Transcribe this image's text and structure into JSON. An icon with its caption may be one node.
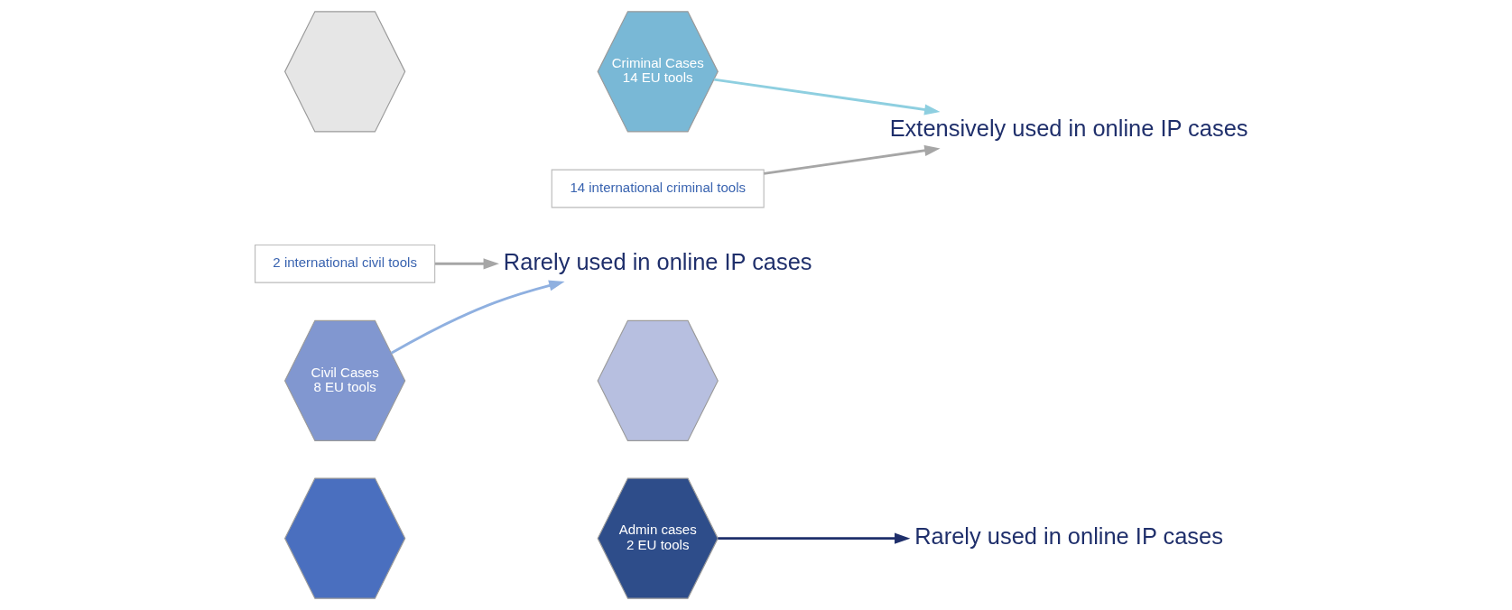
{
  "diagram": {
    "nodes": [
      {
        "text": [],
        "shape": "hexagon"
      },
      {
        "text": [
          "Admin cases",
          "2 EU tools"
        ]
      },
      {
        "text": [
          "Rarely used in online IP cases"
        ]
      },
      {
        "text": [
          "2 international civil tools"
        ]
      },
      {
        "text": [
          "Civil Cases",
          "8 EU tools"
        ]
      },
      {
        "text": [],
        "shape": "hexagon"
      },
      {
        "text": [
          "Extensively used in online IP cases"
        ]
      },
      {
        "text": [
          "Rarely used in online IP cases"
        ]
      },
      {
        "text": [],
        "shape": "hexagon"
      },
      {
        "text": [
          "Criminal Cases",
          "14 EU tools"
        ]
      },
      {
        "text": [
          "14 international criminal tools"
        ]
      }
    ],
    "edges": [
      {
        "from": 1,
        "to": 2,
        "arrow": "to",
        "color": "#1f2f6b"
      },
      {
        "from": 3,
        "to": 7,
        "arrow": "to",
        "color": "#a6a6a6"
      },
      {
        "from": 4,
        "to": 7,
        "arrow": "to",
        "color": "#8fb0e0"
      },
      {
        "from": 9,
        "to": 6,
        "arrow": "to",
        "color": "#8ecfe0"
      },
      {
        "from": 10,
        "to": 6,
        "arrow": "to",
        "color": "#a6a6a6"
      }
    ]
  }
}
